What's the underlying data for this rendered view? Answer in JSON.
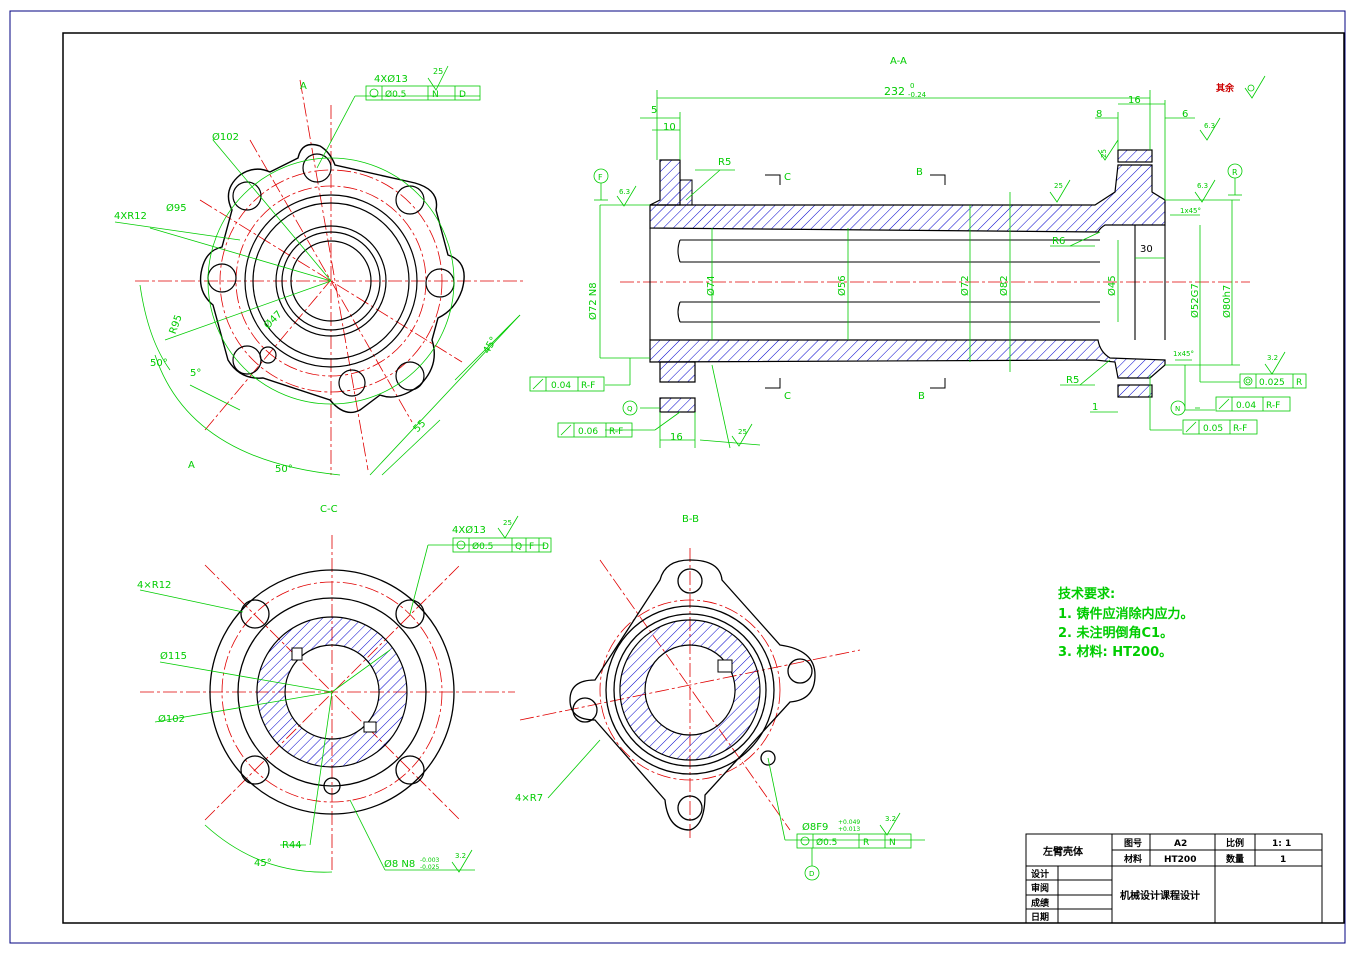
{
  "views": {
    "aa": "A-A",
    "cc": "C-C",
    "bb": "B-B"
  },
  "labels": {
    "section_a": "A",
    "section_c": "C",
    "section_b": "B",
    "datum_f": "F",
    "datum_r": "R",
    "datum_q": "Q",
    "datum_n": "N",
    "datum_d": "D"
  },
  "front_view": {
    "holes": "4XØ13",
    "frame_tol": "Ø0.5",
    "frame_ref1": "N",
    "frame_ref2": "D",
    "d102": "Ø102",
    "d95": "Ø95",
    "r12": "4XR12",
    "r95": "R95",
    "d47": "Ø47",
    "ang50a": "50°",
    "ang5": "5°",
    "ang50b": "50°",
    "ang45": "45°",
    "len55": "55",
    "rough": "25"
  },
  "section_aa": {
    "len232": "232",
    "tol232": "0",
    "tol232b": "-0.24",
    "d5": "5",
    "d10": "10",
    "d16a": "16",
    "d8": "8",
    "d6": "6",
    "d16b": "16",
    "d30": "30",
    "d1": "1",
    "r5a": "R5",
    "r5b": "R5",
    "r6": "R6",
    "chamfer1": "1x45°",
    "chamfer2": "1x45°",
    "d72n8": "Ø72 N8",
    "d74": "Ø74",
    "d56": "Ø56",
    "d72": "Ø72",
    "d82": "Ø82",
    "d45": "Ø45",
    "d52g7": "Ø52G7",
    "d80h7": "Ø80h7",
    "rough63a": "6.3",
    "rough63b": "6.3",
    "rough63c": "6.3",
    "rough25a": "25",
    "rough25b": "25",
    "rough25c": "25",
    "rough32": "3.2",
    "rest": "其余",
    "fcf1_val": "0.04",
    "fcf1_ref": "R-F",
    "fcf2_val": "0.06",
    "fcf2_ref": "R-F",
    "fcf3_val": "0.025",
    "fcf3_ref": "R",
    "fcf4_val": "0.04",
    "fcf4_ref": "R-F",
    "fcf5_val": "0.05",
    "fcf5_ref": "R-F"
  },
  "section_cc": {
    "holes": "4XØ13",
    "frame_tol": "Ø0.5",
    "frame_ref1": "Q",
    "frame_ref2": "F",
    "frame_ref3": "D",
    "r12": "4×R12",
    "d115": "Ø115",
    "d102": "Ø102",
    "r44": "R44",
    "ang45": "45°",
    "d8n8": "Ø8 N8",
    "tol_up": "-0.003",
    "tol_dn": "-0.025",
    "rough25": "25",
    "rough32": "3.2"
  },
  "section_bb": {
    "r7": "4×R7",
    "d8f9": "Ø8F9",
    "tol_up": "+0.049",
    "tol_dn": "+0.013",
    "frame_tol": "Ø0.5",
    "frame_ref1": "R",
    "frame_ref2": "N",
    "rough32": "3.2"
  },
  "tech": {
    "title": "技术要求:",
    "item1": "1. 铸件应消除内应力。",
    "item2": "2. 未注明倒角C1。",
    "item3": "3. 材料: HT200。"
  },
  "title_block": {
    "part_name": "左臂壳体",
    "drawing_no_label": "图号",
    "drawing_no": "A2",
    "scale_label": "比例",
    "scale": "1: 1",
    "material_label": "材料",
    "material": "HT200",
    "qty_label": "数量",
    "qty": "1",
    "design": "设计",
    "review": "审阅",
    "grade": "成绩",
    "date": "日期",
    "course": "机械设计课程设计"
  },
  "colors": {
    "outline": "#000000",
    "dimension": "#00cc00",
    "center": "#e00000",
    "hatch": "#0000cc",
    "border": "#000080"
  }
}
